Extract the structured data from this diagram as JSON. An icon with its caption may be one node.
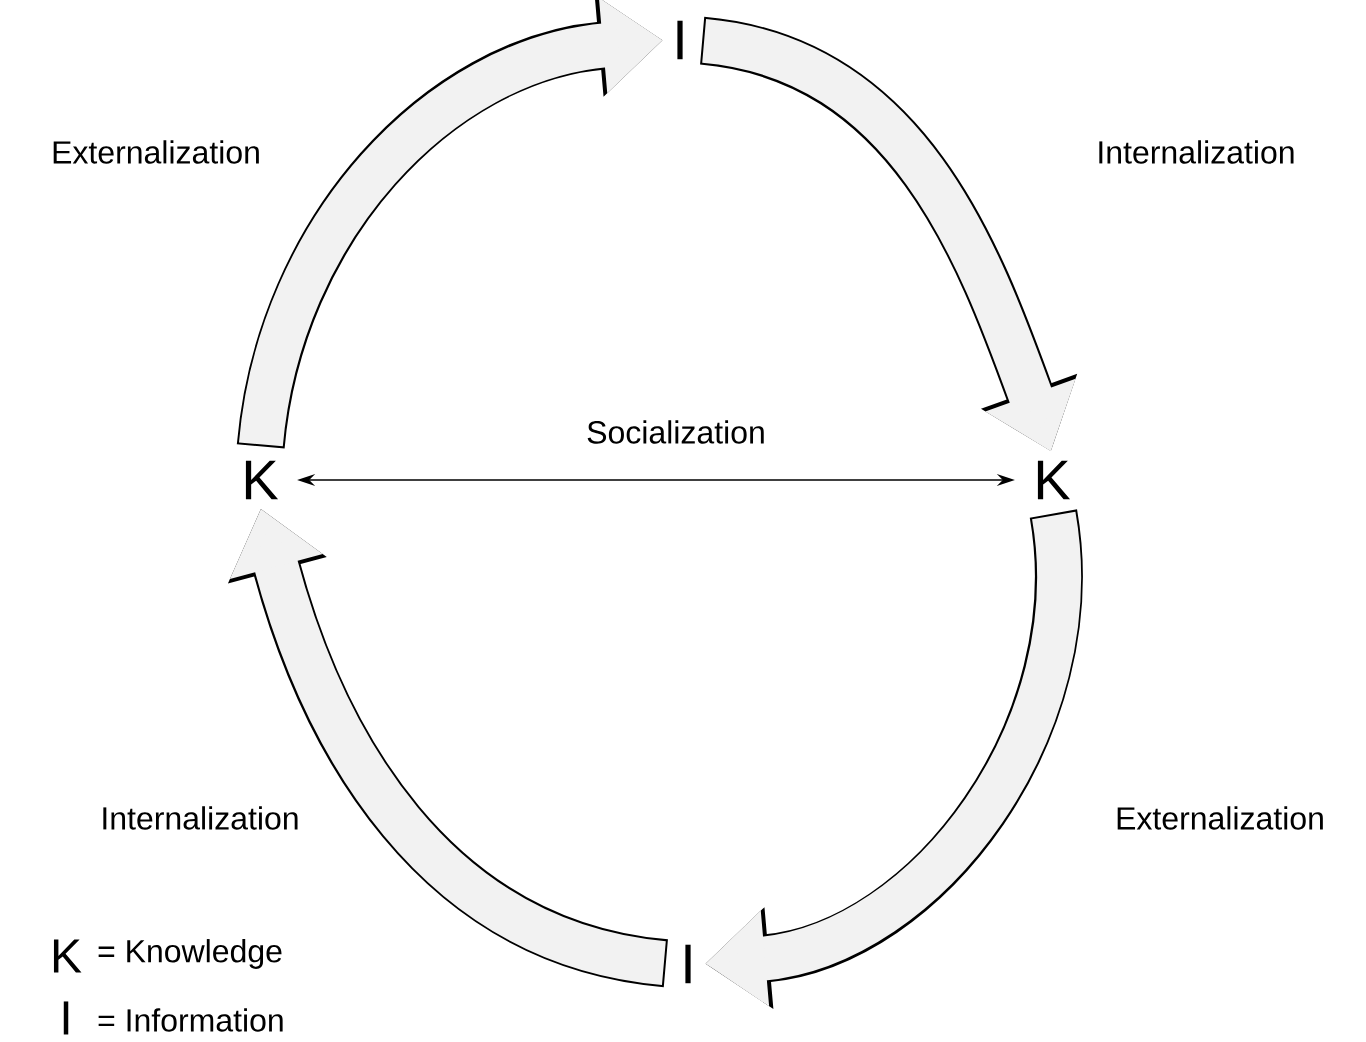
{
  "diagram": {
    "nodes": [
      {
        "text": [
          "I"
        ]
      },
      {
        "text": [
          "K"
        ]
      },
      {
        "text": [
          "K"
        ]
      },
      {
        "text": [
          "I"
        ]
      }
    ],
    "edges": [
      {
        "from": 1,
        "to": 0,
        "arrow": "to",
        "label": "Externalization"
      },
      {
        "from": 0,
        "to": 2,
        "arrow": "to",
        "label": "Internalization"
      },
      {
        "from": 1,
        "to": 2,
        "arrow": "both",
        "label": "Socialization",
        "color": "#000000"
      },
      {
        "from": 2,
        "to": 3,
        "arrow": "to",
        "label": "Externalization"
      },
      {
        "from": 3,
        "to": 1,
        "arrow": "to",
        "label": "Internalization"
      }
    ],
    "labels": [
      "K",
      "= Knowledge",
      "I",
      "= Information"
    ]
  }
}
